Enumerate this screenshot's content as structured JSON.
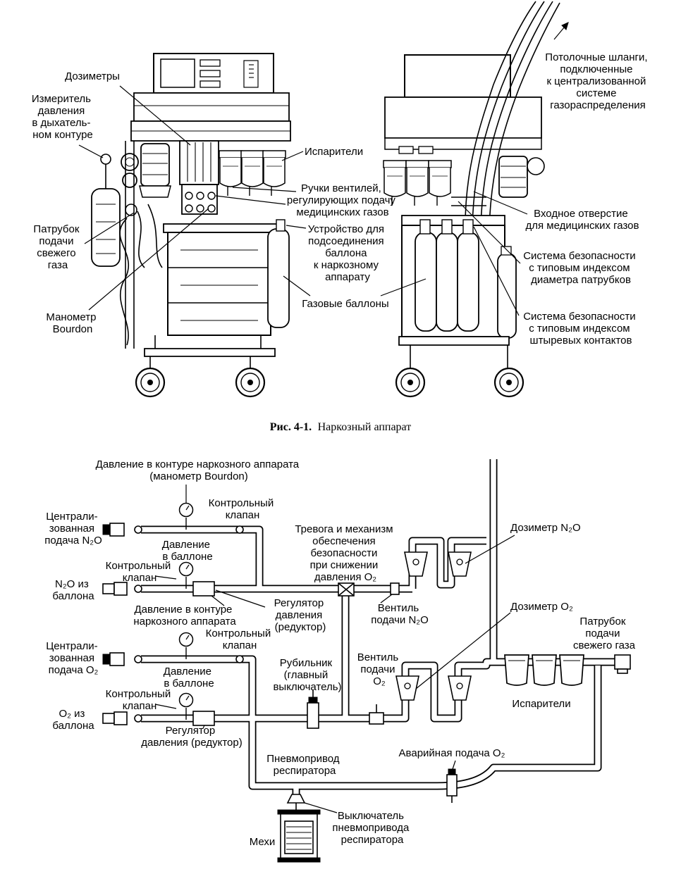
{
  "figure1": {
    "caption_label": "Рис. 4-1.",
    "caption_text": "Наркозный аппарат",
    "labels": {
      "dosimeters": "Дозиметры",
      "breathing_pressure": [
        "Измеритель",
        "давления",
        "в дыхатель-",
        "ном контуре"
      ],
      "vaporizers": "Испарители",
      "valve_knobs": [
        "Ручки вентилей,",
        "регулирующих подачу",
        "медицинских газов"
      ],
      "fresh_gas_outlet": [
        "Патрубок",
        "подачи",
        "свежего",
        "газа"
      ],
      "cylinder_yoke": [
        "Устройство для",
        "подсоединения",
        "баллона",
        "к наркозному",
        "аппарату"
      ],
      "bourdon": [
        "Манометр",
        "Bourdon"
      ],
      "gas_cylinders": "Газовые баллоны",
      "ceiling_hoses": [
        "Потолочные шланги,",
        "подключенные",
        "к централизованной",
        "системе",
        "газораспределения"
      ],
      "gas_inlet": [
        "Входное отверстие",
        "для медицинских газов"
      ],
      "diss": [
        "Система безопасности",
        "с типовым индексом",
        "диаметра патрубков"
      ],
      "piss": [
        "Система безопасности",
        "с типовым индексом",
        "штыревых контактов"
      ]
    }
  },
  "figure2": {
    "labels": {
      "circuit_pressure_top": [
        "Давление в контуре наркозного аппарата",
        "(манометр Bourdon)"
      ],
      "check_valve": [
        "Контрольный",
        "клапан"
      ],
      "central_n2o": [
        "Централи-",
        "зованная",
        "подача N₂O"
      ],
      "cyl_pressure": [
        "Давление",
        "в баллоне"
      ],
      "n2o_cyl": [
        "N₂O из",
        "баллона"
      ],
      "circuit_pressure": [
        "Давление в контуре",
        "наркозного аппарата"
      ],
      "regulator": [
        "Регулятор",
        "давления",
        "(редуктор)"
      ],
      "o2_alarm": [
        "Тревога и механизм",
        "обеспечения",
        "безопасности",
        "при снижении",
        "давления O₂"
      ],
      "flowmeter_n2o": "Дозиметр N₂O",
      "valve_n2o": [
        "Вентиль",
        "подачи N₂O"
      ],
      "flowmeter_o2": "Дозиметр O₂",
      "fresh_gas": [
        "Патрубок",
        "подачи",
        "свежего газа"
      ],
      "central_o2": [
        "Централи-",
        "зованная",
        "подача O₂"
      ],
      "master_switch": [
        "Рубильник",
        "(главный",
        "выключатель)"
      ],
      "valve_o2": [
        "Вентиль",
        "подачи",
        "O₂"
      ],
      "vaporizers": "Испарители",
      "o2_cyl": [
        "O₂ из",
        "баллона"
      ],
      "regulator2": [
        "Регулятор",
        "давления (редуктор)"
      ],
      "flush": "Аварийная подача O₂",
      "ventilator_drive": [
        "Пневмопривод",
        "респиратора"
      ],
      "ventilator_switch": [
        "Выключатель",
        "пневмопривода",
        "респиратора"
      ],
      "bellows": "Мехи"
    }
  }
}
